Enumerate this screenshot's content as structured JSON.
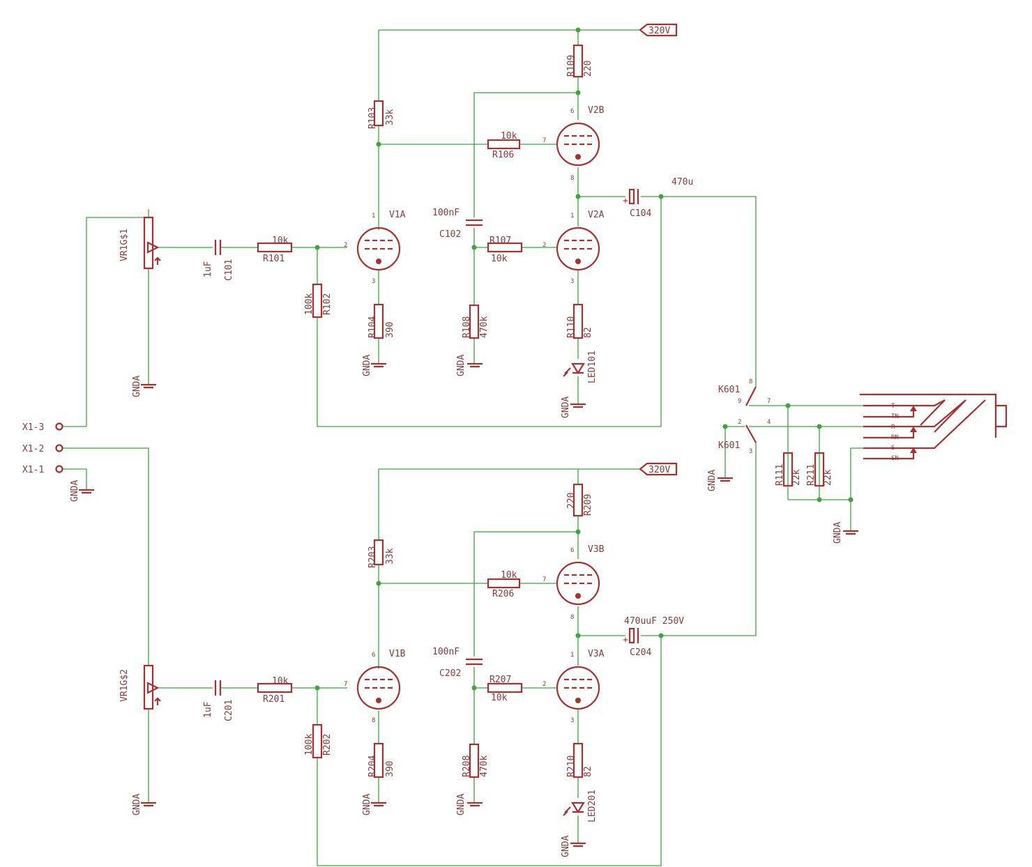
{
  "schematic": {
    "supply_label": "320V",
    "ground_label": "GNDA",
    "stage1": {
      "pot": "VR1G$1",
      "coupling_cap": {
        "value": "1uF",
        "name": "C101"
      },
      "grid_resistor": {
        "value": "10k",
        "name": "R101"
      },
      "grid_leak": {
        "value": "100k",
        "name": "R102"
      },
      "plate_resistor": {
        "name": "R103",
        "value": "33k"
      },
      "cathode_resistor": {
        "name": "R104",
        "value": "390"
      },
      "tube1": {
        "name": "V1A",
        "pins": [
          "1",
          "2",
          "3"
        ]
      },
      "cap_nf": {
        "value": "100nF",
        "name": "C102"
      },
      "r107": {
        "name": "R107",
        "value": "10k"
      },
      "r106": {
        "value": "10k",
        "name": "R106"
      },
      "r108": {
        "name": "R108",
        "value": "470k"
      },
      "r109": {
        "name": "R109",
        "value": "220"
      },
      "r110": {
        "name": "R110",
        "value": "82"
      },
      "led": "LED101",
      "tube_top": {
        "name": "V2B",
        "pins": [
          "6",
          "7",
          "8"
        ]
      },
      "tube_bot": {
        "name": "V2A",
        "pins": [
          "1",
          "2",
          "3"
        ]
      },
      "out_cap": {
        "value": "470u",
        "name": "C104"
      }
    },
    "stage2": {
      "pot": "VR1G$2",
      "coupling_cap": {
        "value": "1uF",
        "name": "C201"
      },
      "grid_resistor": {
        "value": "10k",
        "name": "R201"
      },
      "grid_leak": {
        "value": "100k",
        "name": "R202"
      },
      "plate_resistor": {
        "name": "R203",
        "value": "33k"
      },
      "cathode_resistor": {
        "name": "R204",
        "value": "390"
      },
      "tube1": {
        "name": "V1B",
        "pins": [
          "6",
          "7",
          "8"
        ]
      },
      "cap_nf": {
        "value": "100nF",
        "name": "C202"
      },
      "r107": {
        "name": "R207",
        "value": "10k"
      },
      "r106": {
        "value": "10k",
        "name": "R206"
      },
      "r108": {
        "name": "R208",
        "value": "470k"
      },
      "r109": {
        "name": "R209",
        "value": "220"
      },
      "r110": {
        "name": "R210",
        "value": "82"
      },
      "led": "LED201",
      "tube_top": {
        "name": "V3B",
        "pins": [
          "6",
          "7",
          "8"
        ]
      },
      "tube_bot": {
        "name": "V3A",
        "pins": [
          "1",
          "2",
          "3"
        ]
      },
      "out_cap": {
        "value": "470uuF 250V",
        "name": "C204"
      }
    },
    "connector": {
      "x3": "X1-3",
      "x2": "X1-2",
      "x1": "X1-1"
    },
    "relay": {
      "name_top": "K601",
      "name_bot": "K601",
      "pins": [
        "8",
        "9",
        "7",
        "2",
        "4",
        "3"
      ]
    },
    "output_resistors": [
      {
        "name": "R111",
        "value": "22k"
      },
      {
        "name": "R211",
        "value": "22k"
      }
    ],
    "jack_pins": [
      "T",
      "TN",
      "R",
      "RN",
      "S",
      "SN"
    ]
  }
}
